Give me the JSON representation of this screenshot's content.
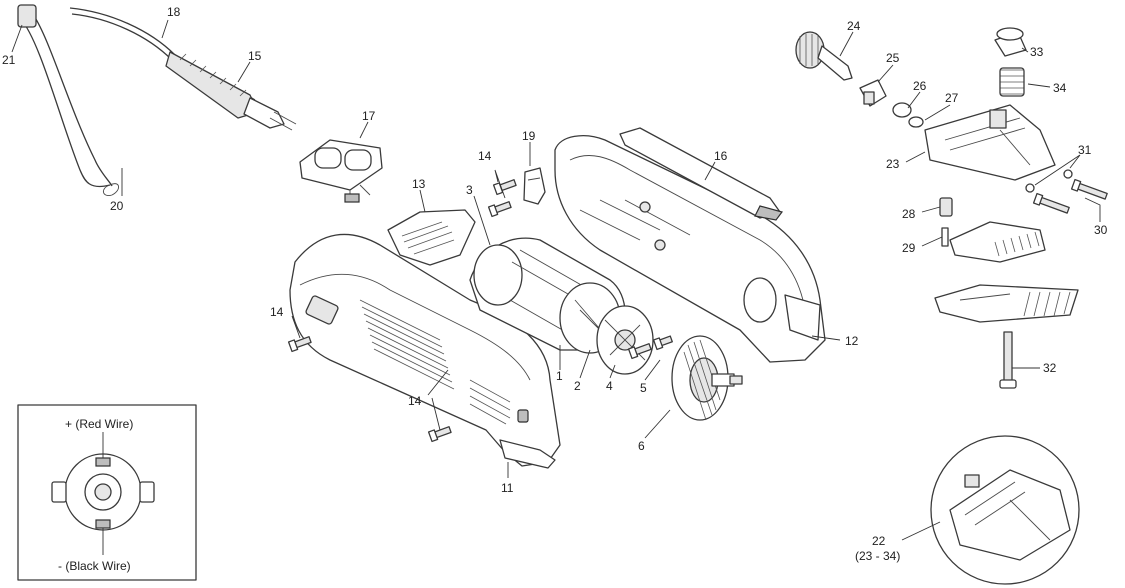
{
  "labels": {
    "n1": "1",
    "n2": "2",
    "n3": "3",
    "n4": "4",
    "n5": "5",
    "n6": "6",
    "n11": "11",
    "n12": "12",
    "n13": "13",
    "n14": "14",
    "n15": "15",
    "n16": "16",
    "n17": "17",
    "n18": "18",
    "n19": "19",
    "n20": "20",
    "n21": "21",
    "n22": "22",
    "n22_range": "(23 - 34)",
    "n23": "23",
    "n24": "24",
    "n25": "25",
    "n26": "26",
    "n27": "27",
    "n28": "28",
    "n29": "29",
    "n30": "30",
    "n31": "31",
    "n32": "32",
    "n33": "33",
    "n34": "34"
  },
  "inset": {
    "red_wire": "+ (Red Wire)",
    "black_wire": "- (Black Wire)"
  }
}
